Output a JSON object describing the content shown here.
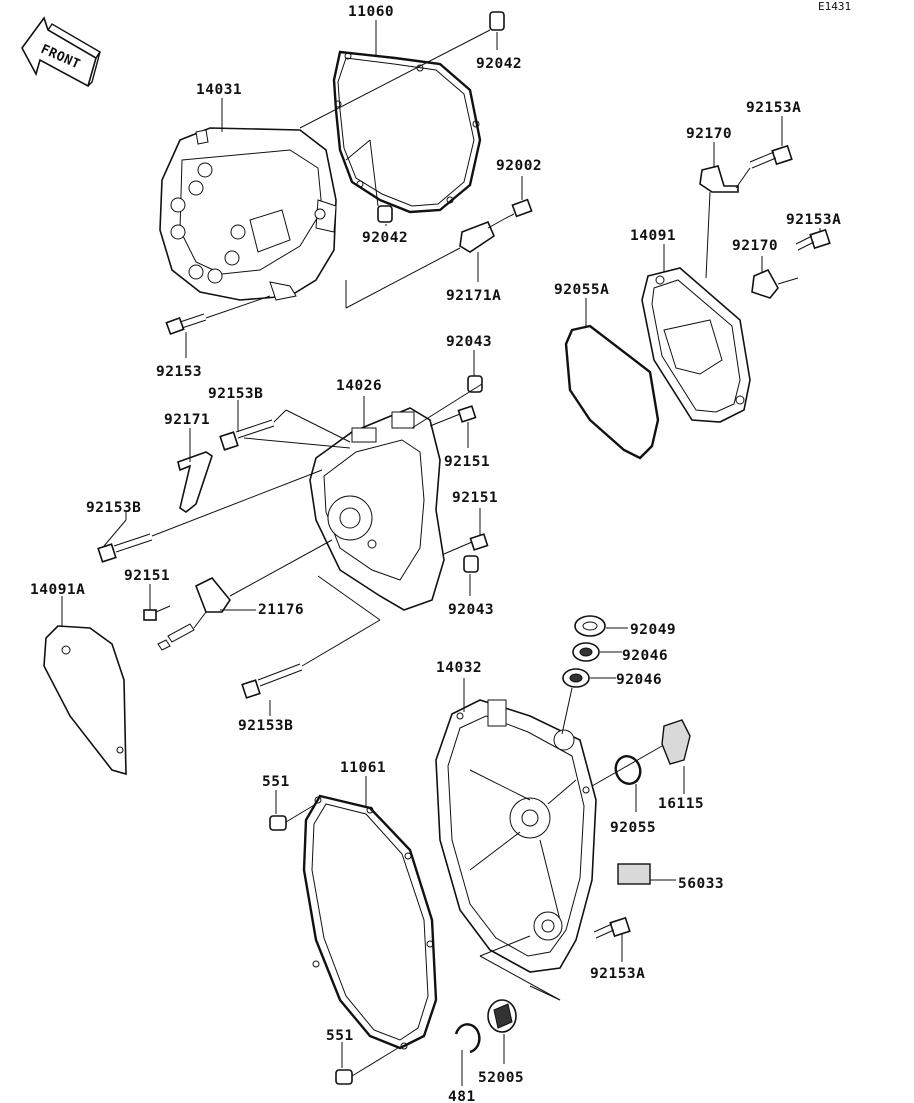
{
  "diagram_code": "E1431",
  "front_label": "FRONT",
  "labels": {
    "p11060": "11060",
    "p92042a": "92042",
    "p14031": "14031",
    "p92002": "92002",
    "p92042b": "92042",
    "p92171a": "92171A",
    "p92153": "92153",
    "p92153a_top": "92153A",
    "p92170a": "92170",
    "p14091": "14091",
    "p92153a_mid": "92153A",
    "p92170b": "92170",
    "p92055a": "92055A",
    "p92043a": "92043",
    "p14026": "14026",
    "p92153b_top": "92153B",
    "p92171": "92171",
    "p92151a": "92151",
    "p92151b": "92151",
    "p92153b_mid": "92153B",
    "p92151c": "92151",
    "p14091a": "14091A",
    "p21176": "21176",
    "p92043b": "92043",
    "p92153b_bot": "92153B",
    "p92049": "92049",
    "p92046a": "92046",
    "p92046b": "92046",
    "p14032": "14032",
    "p551a": "551",
    "p11061": "11061",
    "p16115": "16115",
    "p92055": "92055",
    "p56033": "56033",
    "p92153a_bot": "92153A",
    "p551b": "551",
    "p52005": "52005",
    "p481": "481"
  }
}
